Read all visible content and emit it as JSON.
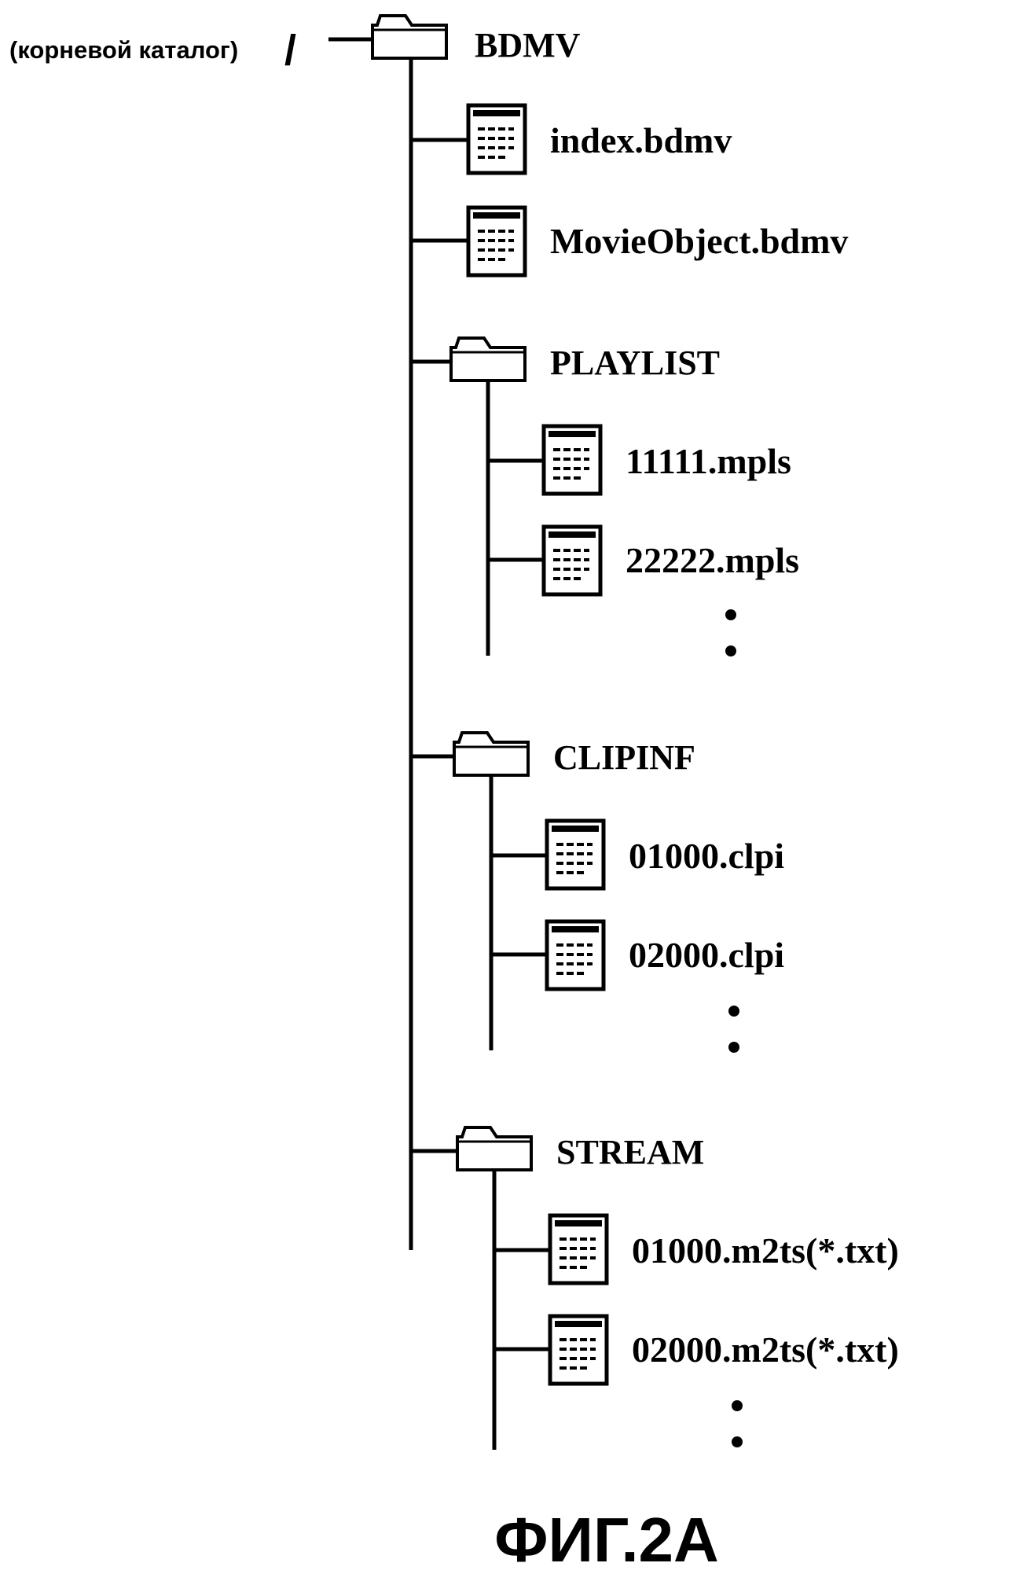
{
  "root": {
    "label": "(корневой каталог)",
    "slash": "/"
  },
  "tree": {
    "name": "BDMV",
    "type": "folder",
    "children": [
      {
        "name": "index.bdmv",
        "type": "file"
      },
      {
        "name": "MovieObject.bdmv",
        "type": "file"
      },
      {
        "name": "PLAYLIST",
        "type": "folder",
        "children": [
          {
            "name": "11111.mpls",
            "type": "file"
          },
          {
            "name": "22222.mpls",
            "type": "file"
          }
        ],
        "more": true
      },
      {
        "name": "CLIPINF",
        "type": "folder",
        "children": [
          {
            "name": "01000.clpi",
            "type": "file"
          },
          {
            "name": "02000.clpi",
            "type": "file"
          }
        ],
        "more": true
      },
      {
        "name": "STREAM",
        "type": "folder",
        "children": [
          {
            "name": "01000.m2ts(*.txt)",
            "type": "file"
          },
          {
            "name": "02000.m2ts(*.txt)",
            "type": "file"
          }
        ],
        "more": true
      }
    ]
  },
  "caption": "ФИГ.2A",
  "icons": {
    "folder": "folder-icon",
    "file": "file-icon"
  },
  "colors": {
    "line": "#000000",
    "background": "#ffffff"
  }
}
